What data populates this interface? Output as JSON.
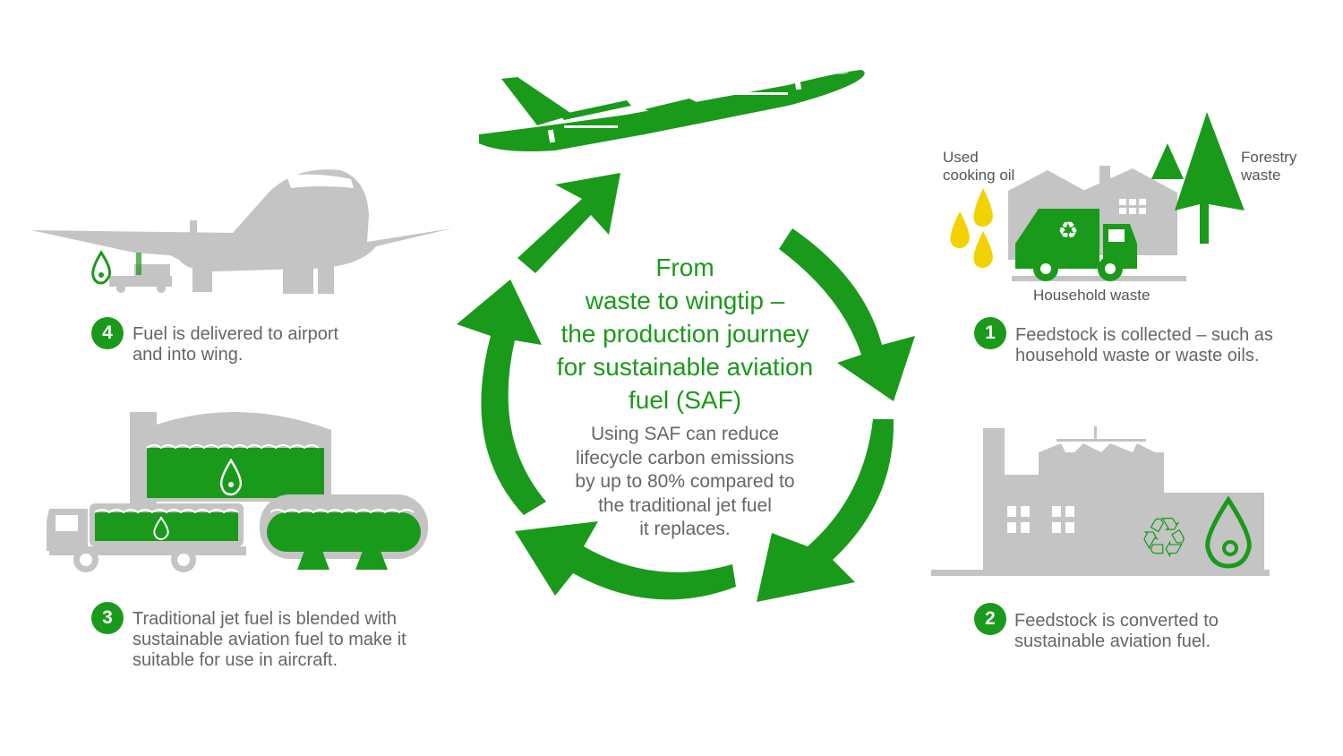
{
  "colors": {
    "accent": "#1a9a1a",
    "grey": "#c4c4c4",
    "oil": "#f2d200",
    "text": "#666666"
  },
  "center": {
    "title": "From\nwaste to wingtip –\nthe production journey\nfor sustainable aviation\nfuel (SAF)",
    "subtitle": "Using SAF can reduce\nlifecycle carbon emissions\nby up to 80% compared to\nthe traditional jet fuel\nit replaces."
  },
  "steps": [
    {
      "number": "1",
      "text": "Feedstock is collected – such as\nhousehold waste or waste oils."
    },
    {
      "number": "2",
      "text": "Feedstock is converted to\nsustainable aviation fuel."
    },
    {
      "number": "3",
      "text": "Traditional jet fuel is blended with\nsustainable aviation fuel to make it\nsuitable for use in aircraft."
    },
    {
      "number": "4",
      "text": "Fuel is delivered to airport\nand into wing."
    }
  ],
  "feedstock_labels": {
    "oil": "Used\ncooking oil",
    "forestry": "Forestry\nwaste",
    "household": "Household waste"
  },
  "icons": [
    "plane-icon",
    "grey-plane-icon",
    "fuel-drop-icon",
    "recycle-icon",
    "garbage-truck-icon",
    "tree-icon",
    "factory-icon",
    "fuel-tank-icon",
    "tanker-truck-icon",
    "circular-arrows-icon"
  ]
}
